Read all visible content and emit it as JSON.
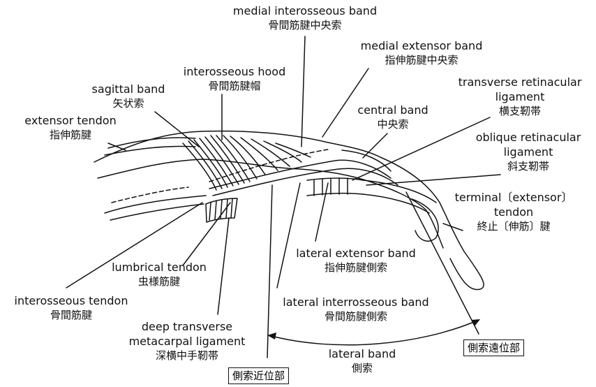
{
  "labels": {
    "medial_interosseous_band": {
      "en": "medial interosseous band",
      "ja": "骨間筋腱中央索"
    },
    "medial_extensor_band": {
      "en": "medial extensor band",
      "ja": "指伸筋腱中央索"
    },
    "interosseous_hood": {
      "en": "interosseous hood",
      "ja": "骨間筋腱帽"
    },
    "transverse_retinacular": {
      "en1": "transverse retinacular",
      "en2": "ligament",
      "ja": "横支靭帯"
    },
    "sagittal_band": {
      "en": "sagittal band",
      "ja": "矢状索"
    },
    "central_band": {
      "en": "central band",
      "ja": "中央索"
    },
    "extensor_tendon": {
      "en": "extensor tendon",
      "ja": "指伸筋腱"
    },
    "oblique_retinacular": {
      "en1": "oblique retinacular",
      "en2": "ligament",
      "ja": "斜支靭帯"
    },
    "terminal_tendon": {
      "en1": "terminal〔extensor〕",
      "en2": "tendon",
      "ja": "終止〔伸筋〕腱"
    },
    "lateral_extensor_band": {
      "en": "lateral extensor band",
      "ja": "指伸筋腱側索"
    },
    "lumbrical_tendon": {
      "en": "lumbrical tendon",
      "ja": "虫様筋腱"
    },
    "interosseous_tendon": {
      "en": "interosseous tendon",
      "ja": "骨間筋腱"
    },
    "lateral_interosseous_band": {
      "en": "lateral interrosseous band",
      "ja": "骨間筋腱側索"
    },
    "deep_transverse": {
      "en1": "deep transverse",
      "en2": "metacarpal ligament",
      "ja": "深横中手靭帯"
    },
    "lateral_band": {
      "en": "lateral band",
      "ja": "側索"
    }
  },
  "boxes": {
    "proximal": "側索近位部",
    "distal": "側索遠位部"
  }
}
